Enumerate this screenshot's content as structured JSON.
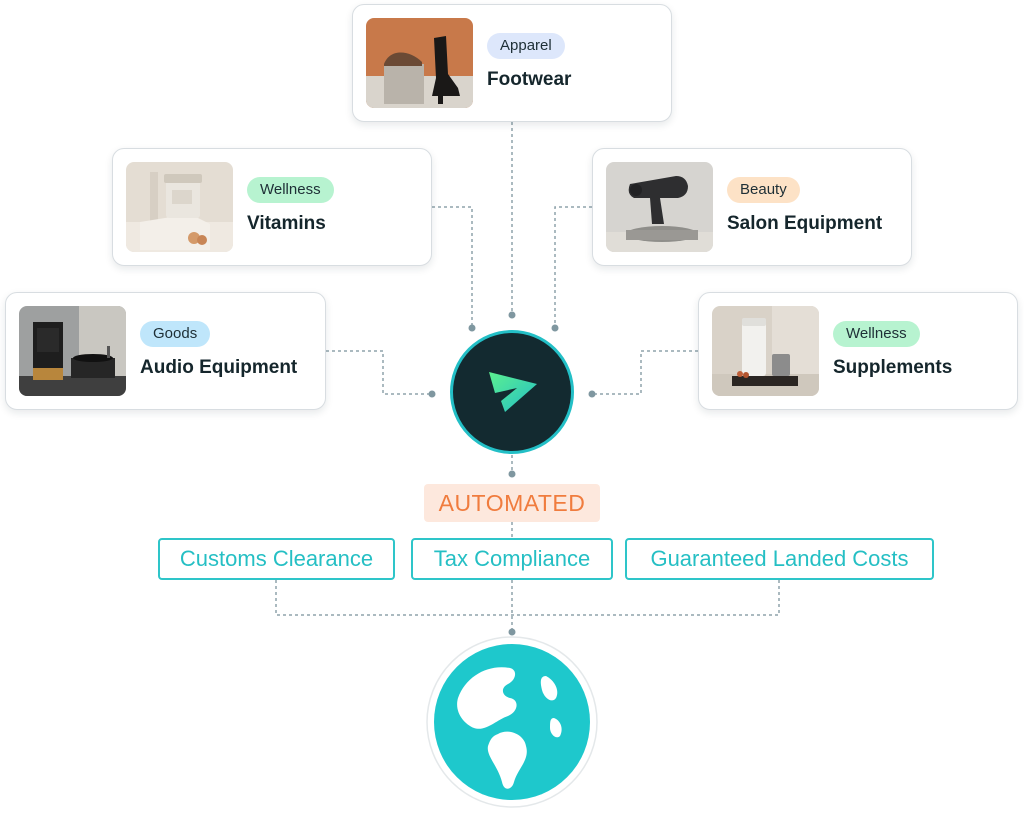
{
  "categories": [
    {
      "key": "footwear",
      "tag": "Apparel",
      "tag_color": "#dde7fb",
      "title": "Footwear"
    },
    {
      "key": "vitamins",
      "tag": "Wellness",
      "tag_color": "#b7f3d0",
      "title": "Vitamins"
    },
    {
      "key": "salon",
      "tag": "Beauty",
      "tag_color": "#fde2c6",
      "title": "Salon Equipment"
    },
    {
      "key": "audio",
      "tag": "Goods",
      "tag_color": "#bfe6fb",
      "title": "Audio Equipment"
    },
    {
      "key": "supplements",
      "tag": "Wellness",
      "tag_color": "#b7f3d0",
      "title": "Supplements"
    }
  ],
  "automated_label": "AUTOMATED",
  "services": [
    "Customs Clearance",
    "Tax Compliance",
    "Guaranteed Landed Costs"
  ],
  "colors": {
    "accent_teal": "#25bfc4",
    "hub_dark": "#132a30",
    "automated_orange": "#f07c3e",
    "automated_bg": "#fde8dd"
  },
  "icons": {
    "hub": "send-arrow-logo-icon",
    "destination": "globe-icon"
  }
}
